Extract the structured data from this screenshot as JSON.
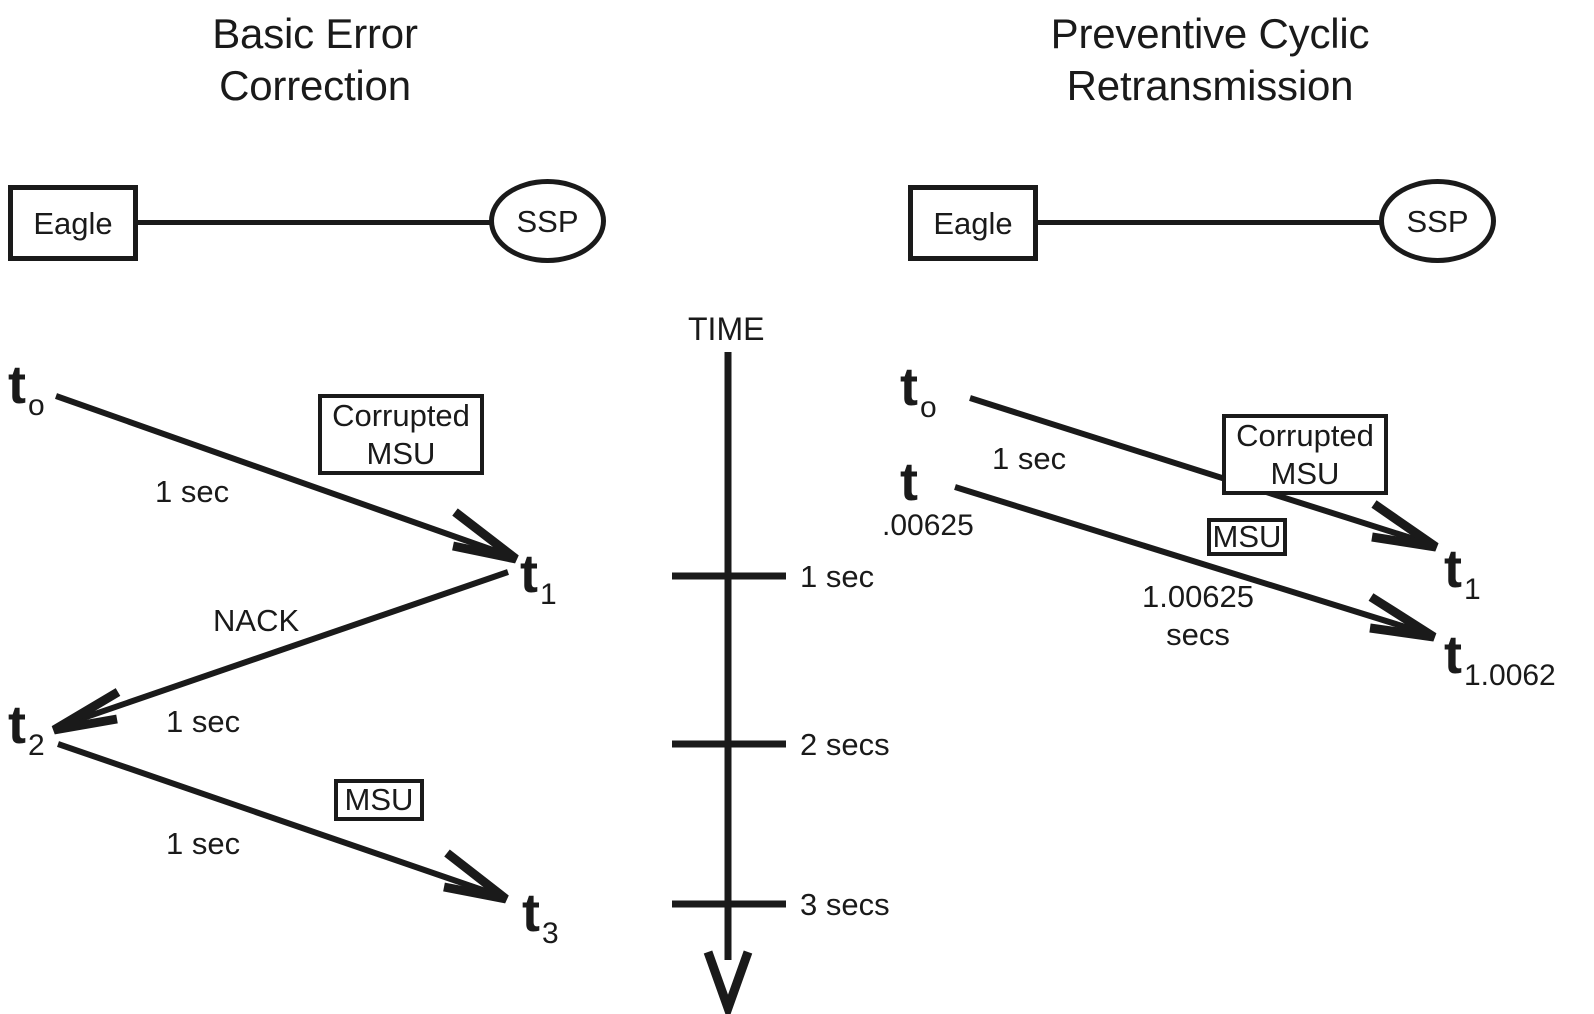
{
  "figure": {
    "background": "#ffffff",
    "ink_color": "#1a1a1a"
  },
  "panels": [
    {
      "id": "basic-error-correction",
      "title_line1": "Basic Error",
      "title_line2": "Correction",
      "nodes": {
        "left_label": "Eagle",
        "right_label": "SSP"
      },
      "time_points": [
        {
          "base": "t",
          "sub": "o"
        },
        {
          "base": "t",
          "sub": "1"
        },
        {
          "base": "t",
          "sub": "2"
        },
        {
          "base": "t",
          "sub": "3"
        }
      ],
      "flows": [
        {
          "duration": "1 sec",
          "message": "Corrupted\nMSU",
          "direction": "eagle-to-ssp"
        },
        {
          "duration": "1 sec",
          "message": "NACK",
          "direction": "ssp-to-eagle"
        },
        {
          "duration": "1 sec",
          "message": "MSU",
          "direction": "eagle-to-ssp"
        }
      ],
      "labels": {
        "dur1": "1 sec",
        "dur2": "1 sec",
        "dur3": "1 sec",
        "nack": "NACK",
        "corrupted_msu_line1": "Corrupted",
        "corrupted_msu_line2": "MSU",
        "msu": "MSU"
      }
    },
    {
      "id": "preventive-cyclic-retransmission",
      "title_line1": "Preventive Cyclic",
      "title_line2": "Retransmission",
      "nodes": {
        "left_label": "Eagle",
        "right_label": "SSP"
      },
      "time_points": [
        {
          "base": "t",
          "sub": "o"
        },
        {
          "base": "t",
          "sub": ".00625"
        },
        {
          "base": "t",
          "sub": "1"
        },
        {
          "base": "t",
          "sub": "1.0062"
        }
      ],
      "flows": [
        {
          "duration": "1 sec",
          "message": "Corrupted\nMSU",
          "direction": "eagle-to-ssp"
        },
        {
          "duration": "1.00625\nsecs",
          "message": "MSU",
          "direction": "eagle-to-ssp"
        }
      ],
      "labels": {
        "dur1": "1 sec",
        "dur2_line1": "1.00625",
        "dur2_line2": "secs",
        "corrupted_msu_line1": "Corrupted",
        "corrupted_msu_line2": "MSU",
        "msu": "MSU"
      }
    }
  ],
  "time_axis": {
    "title": "TIME",
    "ticks": [
      {
        "value": 1,
        "label": "1 sec"
      },
      {
        "value": 2,
        "label": "2 secs"
      },
      {
        "value": 3,
        "label": "3 secs"
      }
    ],
    "direction": "downward"
  }
}
